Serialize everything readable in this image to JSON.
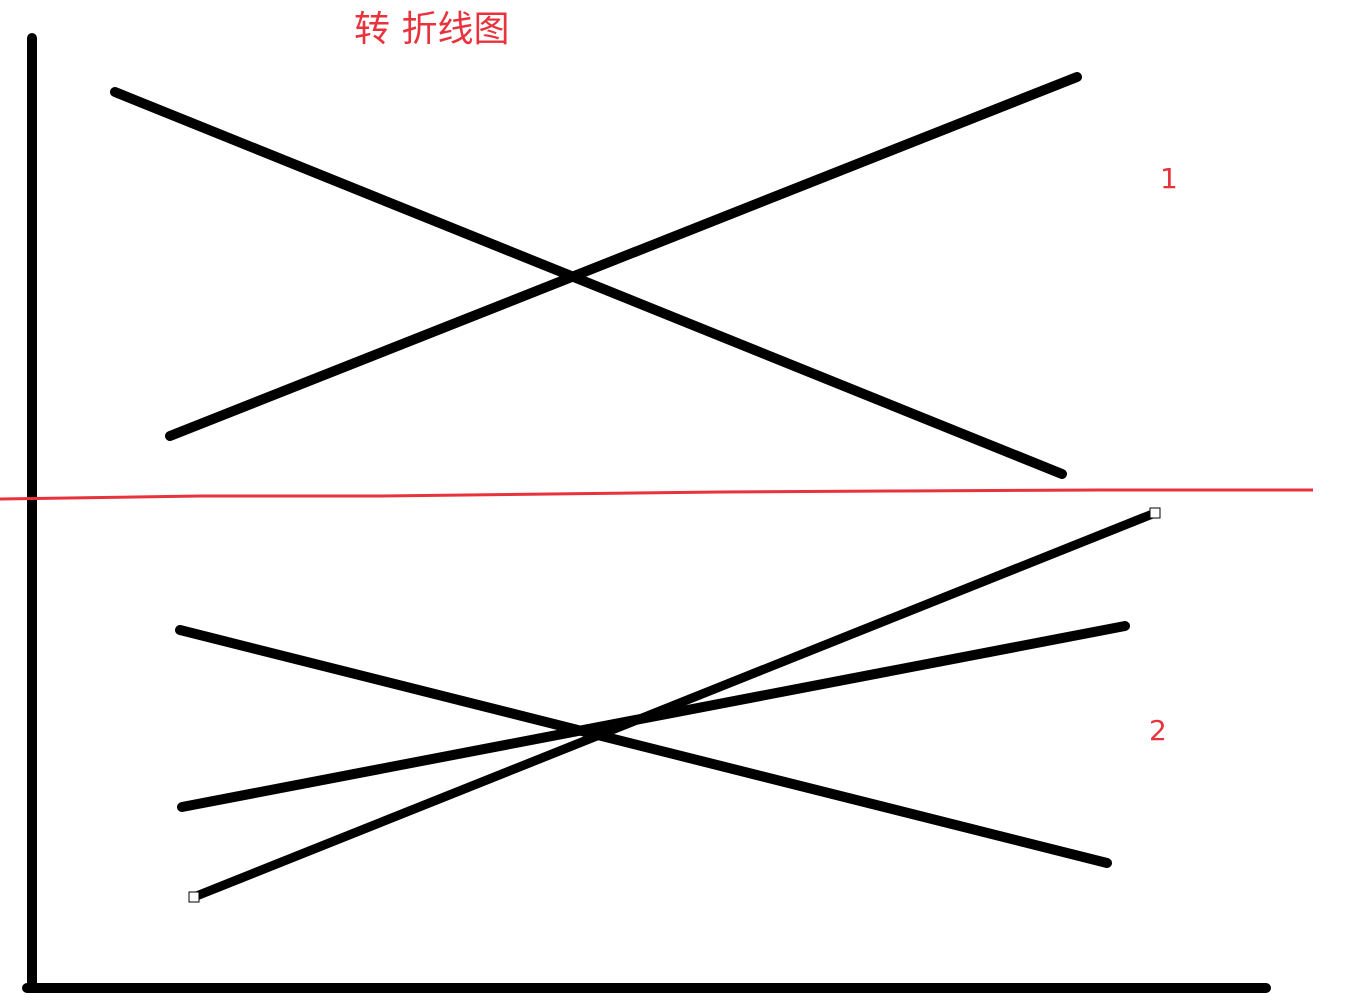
{
  "title": "转 折线图",
  "section_labels": [
    "1",
    "2"
  ],
  "colors": {
    "line": "#000000",
    "axis": "#000000",
    "divider": "#e8323c",
    "annotation": "#e8323c"
  }
}
